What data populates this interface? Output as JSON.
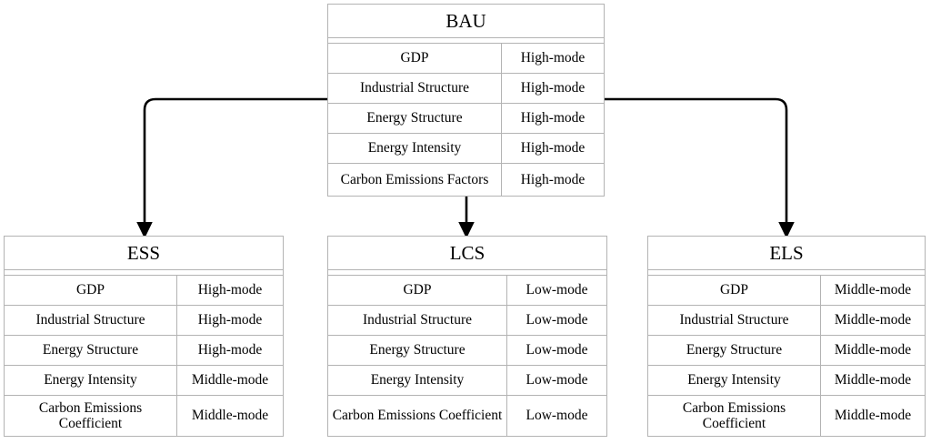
{
  "diagram": {
    "type": "scenario-tree",
    "root": "BAU",
    "branches": [
      "ESS",
      "LCS",
      "ELS"
    ],
    "parameter_labels": [
      "GDP",
      "Industrial Structure",
      "Energy Structure",
      "Energy Intensity",
      "Carbon Emissions Factors",
      "Carbon Emissions Coefficient"
    ],
    "mode_values": [
      "High-mode",
      "Middle-mode",
      "Low-mode"
    ],
    "line_color": "#000000",
    "border_color": "#b3b3b3",
    "text_color": "#000000"
  },
  "tables": {
    "bau": {
      "title": "BAU",
      "rows": [
        {
          "name": "GDP",
          "value": "High-mode"
        },
        {
          "name": "Industrial Structure",
          "value": "High-mode"
        },
        {
          "name": "Energy Structure",
          "value": "High-mode"
        },
        {
          "name": "Energy Intensity",
          "value": "High-mode"
        },
        {
          "name": "Carbon Emissions Factors",
          "value": "High-mode"
        }
      ]
    },
    "ess": {
      "title": "ESS",
      "rows": [
        {
          "name": "GDP",
          "value": "High-mode"
        },
        {
          "name": "Industrial Structure",
          "value": "High-mode"
        },
        {
          "name": "Energy Structure",
          "value": "High-mode"
        },
        {
          "name": "Energy Intensity",
          "value": "Middle-mode"
        },
        {
          "name": "Carbon Emissions Coefficient",
          "value": "Middle-mode"
        }
      ]
    },
    "lcs": {
      "title": "LCS",
      "rows": [
        {
          "name": "GDP",
          "value": "Low-mode"
        },
        {
          "name": "Industrial Structure",
          "value": "Low-mode"
        },
        {
          "name": "Energy Structure",
          "value": "Low-mode"
        },
        {
          "name": "Energy Intensity",
          "value": "Low-mode"
        },
        {
          "name": "Carbon Emissions Coefficient",
          "value": "Low-mode"
        }
      ]
    },
    "els": {
      "title": "ELS",
      "rows": [
        {
          "name": "GDP",
          "value": "Middle-mode"
        },
        {
          "name": "Industrial Structure",
          "value": "Middle-mode"
        },
        {
          "name": "Energy Structure",
          "value": "Middle-mode"
        },
        {
          "name": "Energy Intensity",
          "value": "Middle-mode"
        },
        {
          "name": "Carbon Emissions Coefficient",
          "value": "Middle-mode"
        }
      ]
    }
  }
}
